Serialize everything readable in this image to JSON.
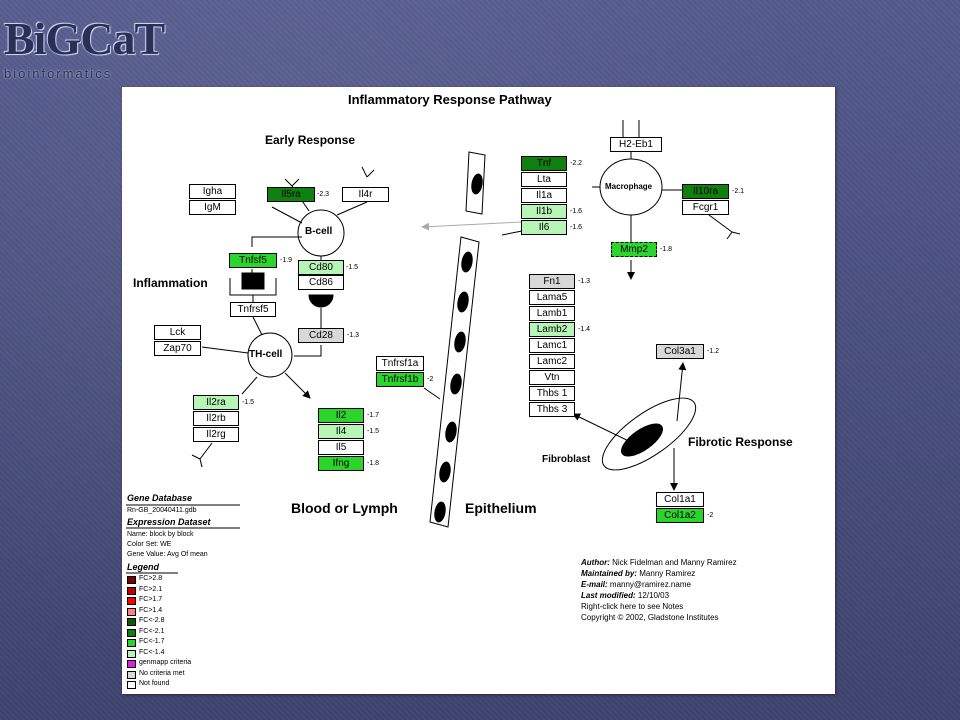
{
  "logo": {
    "title": "BiGCaT",
    "subtitle": "bioinformatics"
  },
  "pathway": {
    "title": "Inflammatory Response Pathway",
    "sections": {
      "early": "Early Response",
      "inflammation": "Inflammation",
      "fibrotic": "Fibrotic Response",
      "blood": "Blood or Lymph",
      "epithelium": "Epithelium"
    },
    "cells": {
      "bcell": "B-cell",
      "thcell": "TH-cell",
      "macrophage": "Macrophage",
      "fibroblast": "Fibroblast"
    }
  },
  "colors": {
    "fc_up_28": "#7a0000",
    "fc_up_21": "#c00000",
    "fc_up_17": "#ff0000",
    "fc_up_14": "#ff8080",
    "fc_dn_28": "#0a5a0a",
    "fc_dn_21": "#0f7f0f",
    "fc_dn_17": "#2bd52b",
    "fc_dn_14": "#b6f5b6",
    "genmapp": "#e020e0",
    "no_criteria": "#d8d8d8",
    "not_found": "#ffffff"
  },
  "genes": {
    "igha": {
      "name": "Igha"
    },
    "igm": {
      "name": "IgM"
    },
    "il5ra": {
      "name": "Il5ra",
      "value": "-2.3"
    },
    "il4r": {
      "name": "Il4r"
    },
    "tnfsf5": {
      "name": "Tnfsf5",
      "value": "-1.9"
    },
    "tnfrsf5": {
      "name": "Tnfrsf5"
    },
    "cd80": {
      "name": "Cd80",
      "value": "-1.5"
    },
    "cd86": {
      "name": "Cd86"
    },
    "cd28": {
      "name": "Cd28",
      "value": "-1.3"
    },
    "lck": {
      "name": "Lck"
    },
    "zap70": {
      "name": "Zap70"
    },
    "il2ra": {
      "name": "Il2ra",
      "value": "-1.5"
    },
    "il2rb": {
      "name": "Il2rb"
    },
    "il2rg": {
      "name": "Il2rg"
    },
    "il2": {
      "name": "Il2",
      "value": "-1.7"
    },
    "il4": {
      "name": "Il4",
      "value": "-1.5"
    },
    "il5": {
      "name": "Il5"
    },
    "ifng": {
      "name": "Ifng",
      "value": "-1.8"
    },
    "tnfrsf1a": {
      "name": "Tnfrsf1a"
    },
    "tnfrsf1b": {
      "name": "Tnfrsf1b",
      "value": "-2"
    },
    "tnf": {
      "name": "Tnf",
      "value": "-2.2"
    },
    "lta": {
      "name": "Lta"
    },
    "il1a": {
      "name": "Il1a"
    },
    "il1b": {
      "name": "Il1b",
      "value": "-1.6"
    },
    "il6": {
      "name": "Il6",
      "value": "-1.6"
    },
    "h2eb1": {
      "name": "H2-Eb1"
    },
    "il10ra": {
      "name": "Il10ra",
      "value": "-2.1"
    },
    "fcgr1": {
      "name": "Fcgr1"
    },
    "mmp2": {
      "name": "Mmp2",
      "value": "-1.8"
    },
    "fn1": {
      "name": "Fn1",
      "value": "-1.3"
    },
    "lama5": {
      "name": "Lama5"
    },
    "lamb1": {
      "name": "Lamb1"
    },
    "lamb2": {
      "name": "Lamb2",
      "value": "-1.4"
    },
    "lamc1": {
      "name": "Lamc1"
    },
    "lamc2": {
      "name": "Lamc2"
    },
    "vtn": {
      "name": "Vtn"
    },
    "thbs1": {
      "name": "Thbs 1"
    },
    "thbs3": {
      "name": "Thbs 3"
    },
    "col3a1": {
      "name": "Col3a1",
      "value": "-1.2"
    },
    "col1a1": {
      "name": "Col1a1"
    },
    "col1a2": {
      "name": "Col1a2",
      "value": "-2"
    }
  },
  "info": {
    "author_label": "Author:",
    "author": "Nick Fidelman and Manny Ramirez",
    "maintained_label": "Maintained by:",
    "maintained": "Manny Ramirez",
    "email_label": "E-mail:",
    "email": "manny@ramirez.name",
    "modified_label": "Last modified:",
    "modified": "12/10/03",
    "notes": "Right-click here to see Notes",
    "copyright": "Copyright © 2002, Gladstone Institutes"
  },
  "legend": {
    "gene_db_label": "Gene Database",
    "gene_db": "Rn-GB_20040411.gdb",
    "expr_label": "Expression Dataset",
    "expr_name": "Name: block by block",
    "color_set": "Color Set: WE",
    "gene_value": "Gene Value: Avg Of mean",
    "legend_label": "Legend",
    "items": [
      {
        "label": "FC>2.8",
        "color": "#7a0000"
      },
      {
        "label": "FC>2.1",
        "color": "#c00000"
      },
      {
        "label": "FC>1.7",
        "color": "#ff0000"
      },
      {
        "label": "FC>1.4",
        "color": "#ff8080"
      },
      {
        "label": "FC<-2.8",
        "color": "#0a5a0a"
      },
      {
        "label": "FC<-2.1",
        "color": "#0f7f0f"
      },
      {
        "label": "FC<-1.7",
        "color": "#2bd52b"
      },
      {
        "label": "FC<-1.4",
        "color": "#b6f5b6"
      },
      {
        "label": "genmapp criteria",
        "color": "#e020e0"
      },
      {
        "label": "No criteria met",
        "color": "#d8d8d8"
      },
      {
        "label": "Not found",
        "color": "#ffffff"
      }
    ]
  }
}
